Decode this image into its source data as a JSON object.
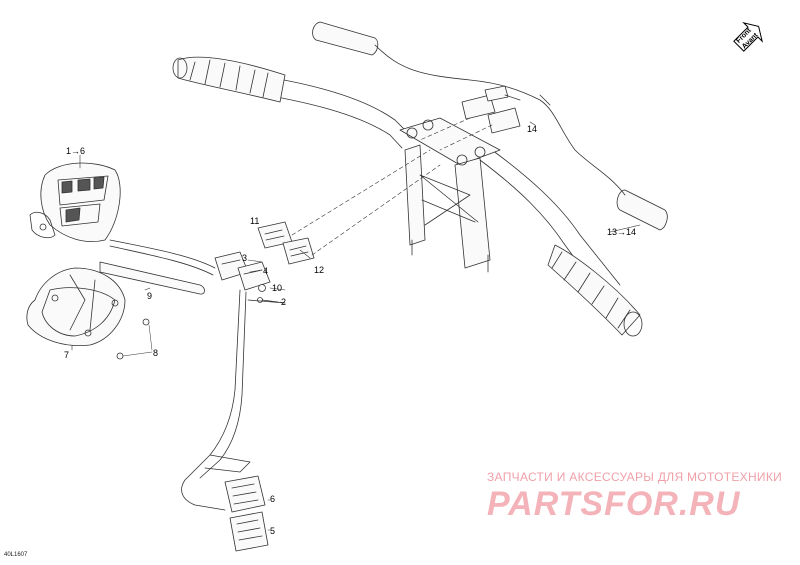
{
  "diagram": {
    "doc_id": "40L1607",
    "front_label": [
      "Front",
      "Avant"
    ],
    "callouts": [
      {
        "id": "c16",
        "text": "1→6"
      },
      {
        "id": "c2",
        "text": "2"
      },
      {
        "id": "c3",
        "text": "3"
      },
      {
        "id": "c4",
        "text": "4"
      },
      {
        "id": "c5",
        "text": "5"
      },
      {
        "id": "c6",
        "text": "6"
      },
      {
        "id": "c7",
        "text": "7"
      },
      {
        "id": "c8",
        "text": "8"
      },
      {
        "id": "c9",
        "text": "9"
      },
      {
        "id": "c10",
        "text": "10"
      },
      {
        "id": "c11",
        "text": "11"
      },
      {
        "id": "c12",
        "text": "12"
      },
      {
        "id": "c14",
        "text": "14"
      },
      {
        "id": "c1314",
        "text": "13→14"
      }
    ]
  },
  "watermark": {
    "tagline": "ЗАПЧАСТИ И АКСЕССУАРЫ ДЛЯ МОТОТЕХНИКИ",
    "brand": "PARTSFOR.RU",
    "color": "#f3b3b9"
  }
}
